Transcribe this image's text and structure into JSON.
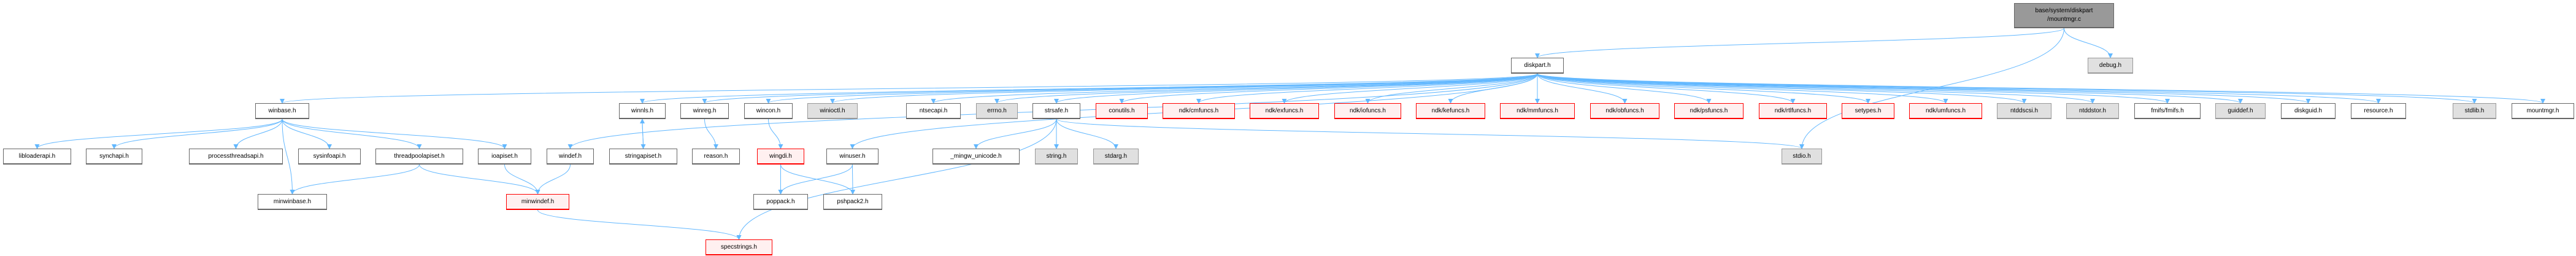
{
  "title": "base/system/diskpart/mountmgr.c include dependency graph",
  "colors": {
    "edge": "#63b8ff",
    "red_border": "#ff0000",
    "gray_fill": "#e0e0e0",
    "root_fill": "#999999"
  },
  "nodes": [
    {
      "id": "root",
      "label": "base/system/diskpart\n/mountmgr.c",
      "style": "root"
    },
    {
      "id": "diskpart",
      "label": "diskpart.h",
      "style": "white"
    },
    {
      "id": "debug",
      "label": "debug.h",
      "style": "gray"
    },
    {
      "id": "winbase",
      "label": "winbase.h",
      "style": "white"
    },
    {
      "id": "winnls",
      "label": "winnls.h",
      "style": "white"
    },
    {
      "id": "winreg",
      "label": "winreg.h",
      "style": "white"
    },
    {
      "id": "wincon",
      "label": "wincon.h",
      "style": "white"
    },
    {
      "id": "winioctl",
      "label": "winioctl.h",
      "style": "gray"
    },
    {
      "id": "ntsecapi",
      "label": "ntsecapi.h",
      "style": "white"
    },
    {
      "id": "errno",
      "label": "errno.h",
      "style": "gray"
    },
    {
      "id": "strsafe",
      "label": "strsafe.h",
      "style": "white"
    },
    {
      "id": "conutils",
      "label": "conutils.h",
      "style": "red"
    },
    {
      "id": "cmfuncs",
      "label": "ndk/cmfuncs.h",
      "style": "red"
    },
    {
      "id": "exfuncs",
      "label": "ndk/exfuncs.h",
      "style": "red"
    },
    {
      "id": "iofuncs",
      "label": "ndk/iofuncs.h",
      "style": "red"
    },
    {
      "id": "kefuncs",
      "label": "ndk/kefuncs.h",
      "style": "red"
    },
    {
      "id": "mmfuncs",
      "label": "ndk/mmfuncs.h",
      "style": "red"
    },
    {
      "id": "obfuncs",
      "label": "ndk/obfuncs.h",
      "style": "red"
    },
    {
      "id": "psfuncs",
      "label": "ndk/psfuncs.h",
      "style": "red"
    },
    {
      "id": "rtlfuncs",
      "label": "ndk/rtlfuncs.h",
      "style": "red"
    },
    {
      "id": "setypes",
      "label": "setypes.h",
      "style": "red"
    },
    {
      "id": "umfuncs",
      "label": "ndk/umfuncs.h",
      "style": "red"
    },
    {
      "id": "ntddscsi",
      "label": "ntddscsi.h",
      "style": "gray"
    },
    {
      "id": "ntddstor",
      "label": "ntddstor.h",
      "style": "gray"
    },
    {
      "id": "fmifs",
      "label": "fmifs/fmifs.h",
      "style": "white"
    },
    {
      "id": "guiddef",
      "label": "guiddef.h",
      "style": "gray"
    },
    {
      "id": "diskguid",
      "label": "diskguid.h",
      "style": "white"
    },
    {
      "id": "resource",
      "label": "resource.h",
      "style": "white"
    },
    {
      "id": "stdlib",
      "label": "stdlib.h",
      "style": "gray"
    },
    {
      "id": "mountmgrh",
      "label": "mountmgr.h",
      "style": "white"
    },
    {
      "id": "libloaderapi",
      "label": "libloaderapi.h",
      "style": "white"
    },
    {
      "id": "synchapi",
      "label": "synchapi.h",
      "style": "white"
    },
    {
      "id": "processthreadsapi",
      "label": "processthreadsapi.h",
      "style": "white"
    },
    {
      "id": "sysinfoapi",
      "label": "sysinfoapi.h",
      "style": "white"
    },
    {
      "id": "threadpoolapiset",
      "label": "threadpoolapiset.h",
      "style": "white"
    },
    {
      "id": "ioapiset",
      "label": "ioapiset.h",
      "style": "white"
    },
    {
      "id": "windef",
      "label": "windef.h",
      "style": "white"
    },
    {
      "id": "stringapiset",
      "label": "stringapiset.h",
      "style": "white"
    },
    {
      "id": "reason",
      "label": "reason.h",
      "style": "white"
    },
    {
      "id": "wingdi",
      "label": "wingdi.h",
      "style": "red"
    },
    {
      "id": "winuser",
      "label": "winuser.h",
      "style": "white"
    },
    {
      "id": "mingw_unicode",
      "label": "_mingw_unicode.h",
      "style": "white"
    },
    {
      "id": "string",
      "label": "string.h",
      "style": "gray"
    },
    {
      "id": "stdarg",
      "label": "stdarg.h",
      "style": "gray"
    },
    {
      "id": "stdio",
      "label": "stdio.h",
      "style": "gray"
    },
    {
      "id": "minwinbase",
      "label": "minwinbase.h",
      "style": "white"
    },
    {
      "id": "minwindef",
      "label": "minwindef.h",
      "style": "red"
    },
    {
      "id": "poppack",
      "label": "poppack.h",
      "style": "white"
    },
    {
      "id": "pshpack2",
      "label": "pshpack2.h",
      "style": "white"
    },
    {
      "id": "specstrings",
      "label": "specstrings.h",
      "style": "red"
    }
  ],
  "edges": [
    [
      "root",
      "diskpart"
    ],
    [
      "root",
      "debug"
    ],
    [
      "root",
      "stdio"
    ],
    [
      "diskpart",
      "winbase"
    ],
    [
      "diskpart",
      "winnls"
    ],
    [
      "diskpart",
      "winreg"
    ],
    [
      "diskpart",
      "wincon"
    ],
    [
      "diskpart",
      "winioctl"
    ],
    [
      "diskpart",
      "windef"
    ],
    [
      "diskpart",
      "winuser"
    ],
    [
      "diskpart",
      "ntsecapi"
    ],
    [
      "diskpart",
      "errno"
    ],
    [
      "diskpart",
      "strsafe"
    ],
    [
      "diskpart",
      "conutils"
    ],
    [
      "diskpart",
      "cmfuncs"
    ],
    [
      "diskpart",
      "exfuncs"
    ],
    [
      "diskpart",
      "iofuncs"
    ],
    [
      "diskpart",
      "kefuncs"
    ],
    [
      "diskpart",
      "mmfuncs"
    ],
    [
      "diskpart",
      "obfuncs"
    ],
    [
      "diskpart",
      "psfuncs"
    ],
    [
      "diskpart",
      "rtlfuncs"
    ],
    [
      "diskpart",
      "setypes"
    ],
    [
      "diskpart",
      "umfuncs"
    ],
    [
      "diskpart",
      "ntddscsi"
    ],
    [
      "diskpart",
      "ntddstor"
    ],
    [
      "diskpart",
      "fmifs"
    ],
    [
      "diskpart",
      "guiddef"
    ],
    [
      "diskpart",
      "diskguid"
    ],
    [
      "diskpart",
      "resource"
    ],
    [
      "diskpart",
      "stdlib"
    ],
    [
      "diskpart",
      "mountmgrh"
    ],
    [
      "winbase",
      "libloaderapi"
    ],
    [
      "winbase",
      "synchapi"
    ],
    [
      "winbase",
      "processthreadsapi"
    ],
    [
      "winbase",
      "sysinfoapi"
    ],
    [
      "winbase",
      "threadpoolapiset"
    ],
    [
      "winbase",
      "ioapiset"
    ],
    [
      "winbase",
      "minwinbase"
    ],
    [
      "threadpoolapiset",
      "minwinbase"
    ],
    [
      "threadpoolapiset",
      "minwindef"
    ],
    [
      "ioapiset",
      "minwindef"
    ],
    [
      "windef",
      "minwindef"
    ],
    [
      "minwindef",
      "specstrings"
    ],
    [
      "winnls",
      "stringapiset"
    ],
    [
      "stringapiset",
      "winnls"
    ],
    [
      "winreg",
      "reason"
    ],
    [
      "wincon",
      "wingdi"
    ],
    [
      "wingdi",
      "poppack"
    ],
    [
      "wingdi",
      "pshpack2"
    ],
    [
      "winuser",
      "poppack"
    ],
    [
      "winuser",
      "pshpack2"
    ],
    [
      "strsafe",
      "mingw_unicode"
    ],
    [
      "strsafe",
      "string"
    ],
    [
      "strsafe",
      "stdarg"
    ],
    [
      "strsafe",
      "stdio"
    ],
    [
      "strsafe",
      "specstrings"
    ]
  ]
}
